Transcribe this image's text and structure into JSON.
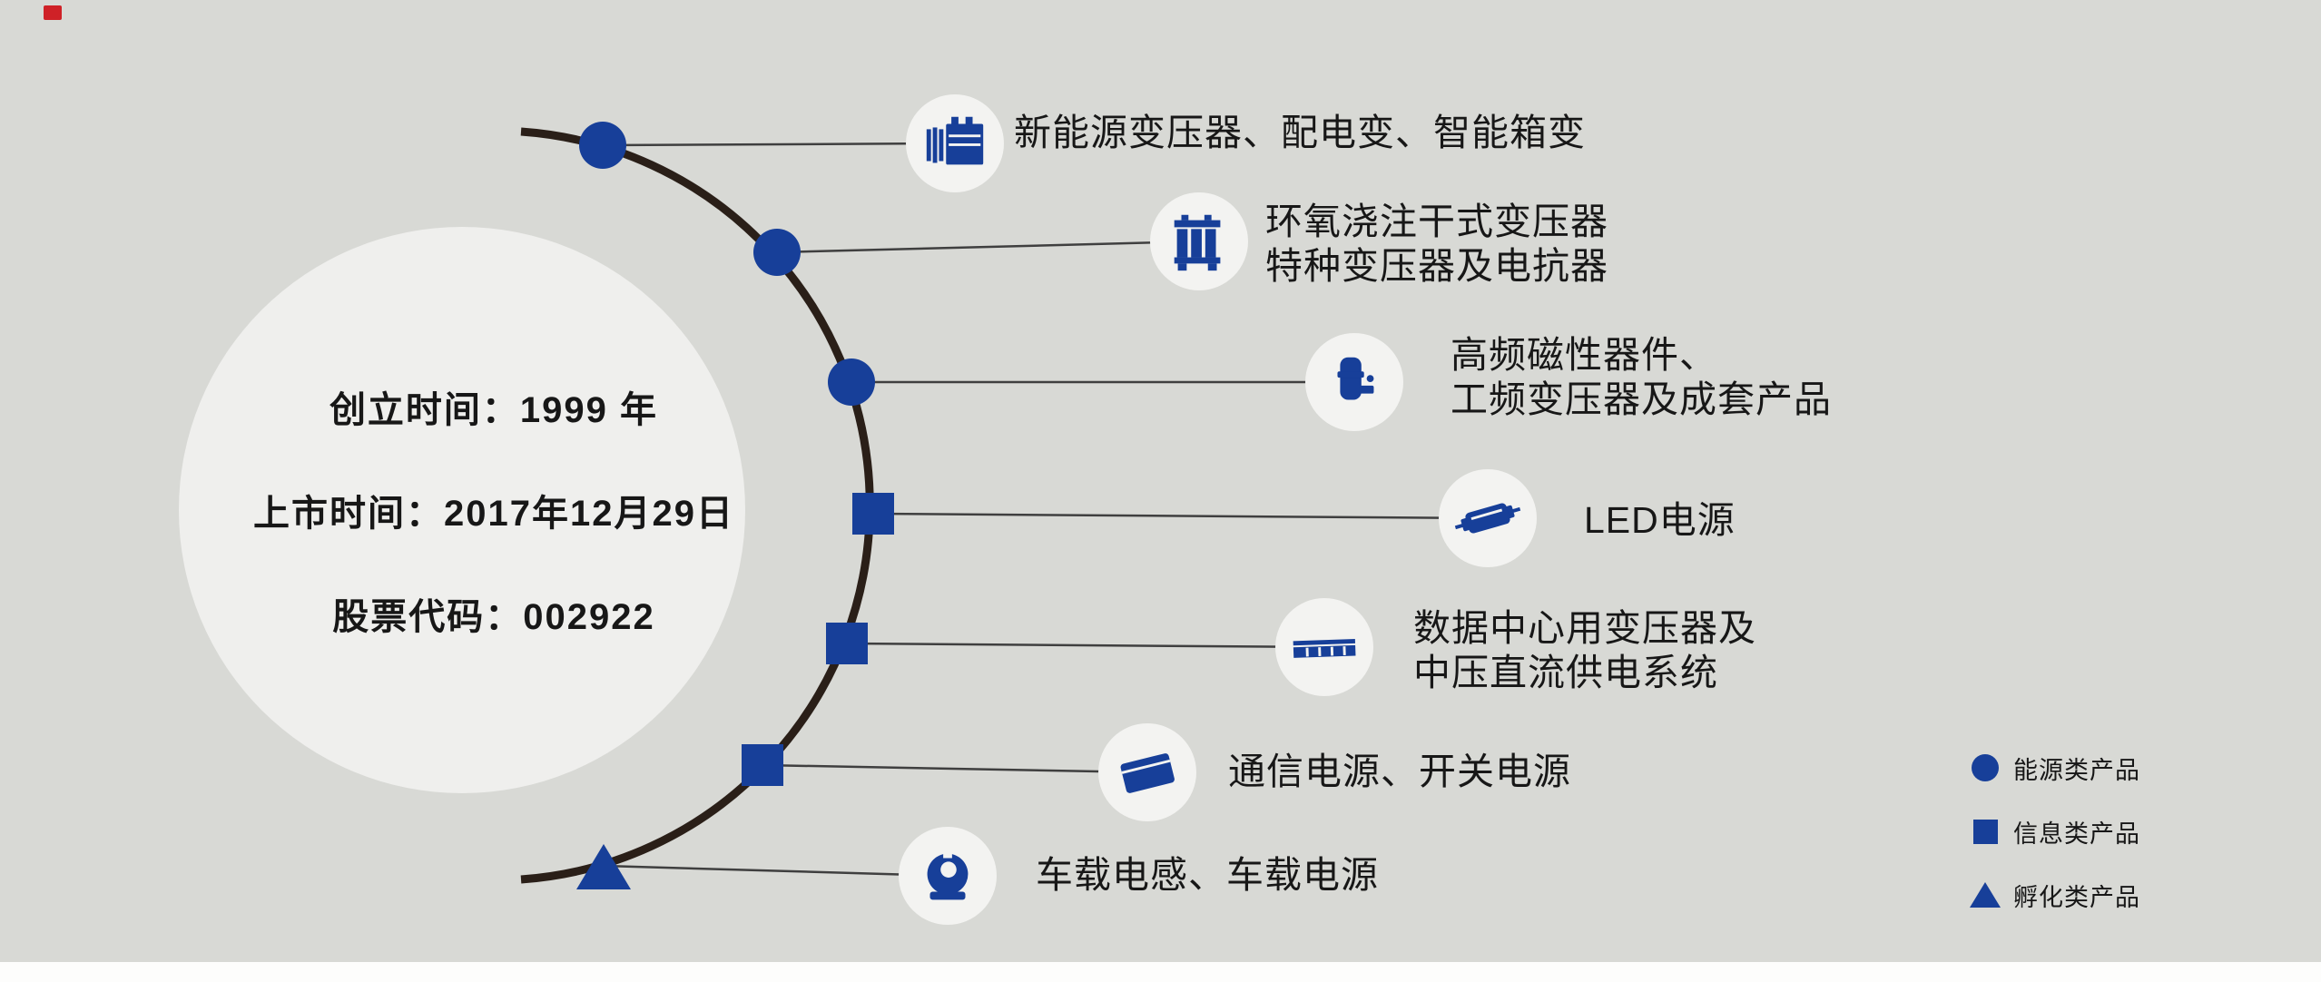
{
  "colors": {
    "page-bg": "#d8d9d5",
    "accent-blue": "#173f99",
    "arc-color": "#2a1f18",
    "circle-bg": "#efefed",
    "badge-bg": "#f3f3f1",
    "line-color": "#3f3f3f",
    "text-color": "#171717",
    "corner-red": "#cf2127"
  },
  "company_info": {
    "founded": "创立时间：1999 年",
    "listed": "上市时间：2017年12月29日",
    "stock_code": "股票代码：002922"
  },
  "timeline": [
    {
      "marker": "circle",
      "icon": "new-energy-transformer-icon",
      "lines": [
        "新能源变压器、配电变、智能箱变"
      ]
    },
    {
      "marker": "circle",
      "icon": "epoxy-dry-transformer-icon",
      "lines": [
        "环氧浇注干式变压器",
        "特种变压器及电抗器"
      ]
    },
    {
      "marker": "circle",
      "icon": "hf-magnetic-device-icon",
      "lines": [
        "高频磁性器件、",
        "工频变压器及成套产品"
      ]
    },
    {
      "marker": "square",
      "icon": "led-power-icon",
      "lines": [
        "LED电源"
      ]
    },
    {
      "marker": "square",
      "icon": "datacenter-power-icon",
      "lines": [
        "数据中心用变压器及",
        "中压直流供电系统"
      ]
    },
    {
      "marker": "square",
      "icon": "telecom-power-icon",
      "lines": [
        "通信电源、开关电源"
      ]
    },
    {
      "marker": "triangle",
      "icon": "vehicle-inductor-icon",
      "lines": [
        "车载电感、车载电源"
      ]
    }
  ],
  "legend": [
    {
      "marker": "circle",
      "label": "能源类产品"
    },
    {
      "marker": "square",
      "label": "信息类产品"
    },
    {
      "marker": "triangle",
      "label": "孵化类产品"
    }
  ]
}
